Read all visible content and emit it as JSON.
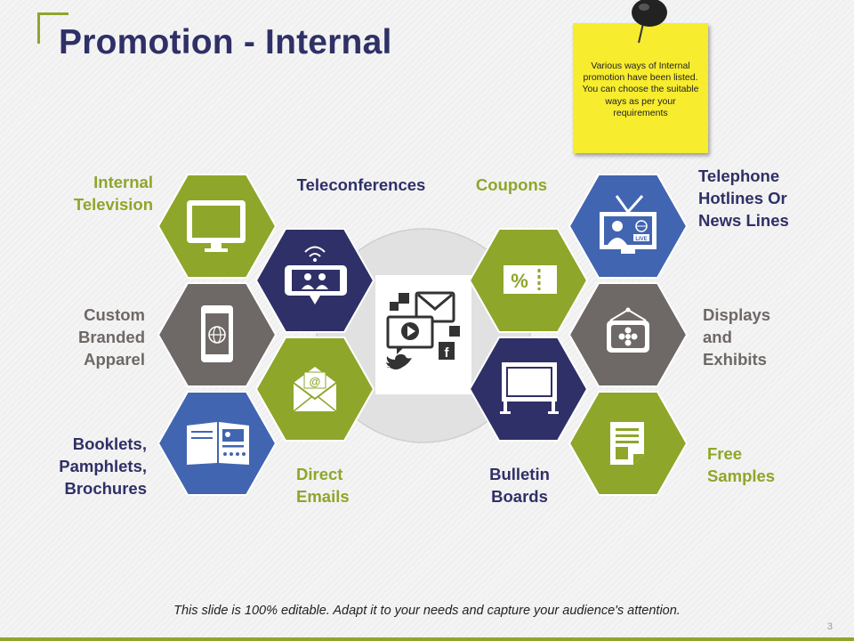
{
  "slide": {
    "title": "Promotion - Internal",
    "note": "Various ways of Internal promotion have been listed. You can choose the suitable ways as per your requirements",
    "footer": "This slide is 100% editable. Adapt it to your needs and capture your audience's attention.",
    "page_number": "3"
  },
  "items": {
    "internal_television": {
      "line1": "Internal",
      "line2": "Television"
    },
    "teleconferences": "Teleconferences",
    "coupons": "Coupons",
    "telephone_hotlines": {
      "line1": "Telephone",
      "line2": "Hotlines Or",
      "line3": "News Lines"
    },
    "custom_apparel": {
      "line1": "Custom",
      "line2": "Branded",
      "line3": "Apparel"
    },
    "displays_exhibits": {
      "line1": "Displays",
      "line2": "and",
      "line3": "Exhibits"
    },
    "booklets": {
      "line1": "Booklets,",
      "line2": "Pamphlets,",
      "line3": "Brochures"
    },
    "direct_emails": {
      "line1": "Direct",
      "line2": "Emails"
    },
    "bulletin_boards": {
      "line1": "Bulletin",
      "line2": "Boards"
    },
    "free_samples": {
      "line1": "Free",
      "line2": "Samples"
    }
  },
  "center_icon_badges": {
    "percent": "%",
    "live": "LIVE",
    "at": "@"
  },
  "colors": {
    "green": "#8ea62a",
    "navy": "#2f3067",
    "blue": "#4165b1",
    "gray": "#6e6866",
    "note_yellow": "#f7ec2e"
  }
}
